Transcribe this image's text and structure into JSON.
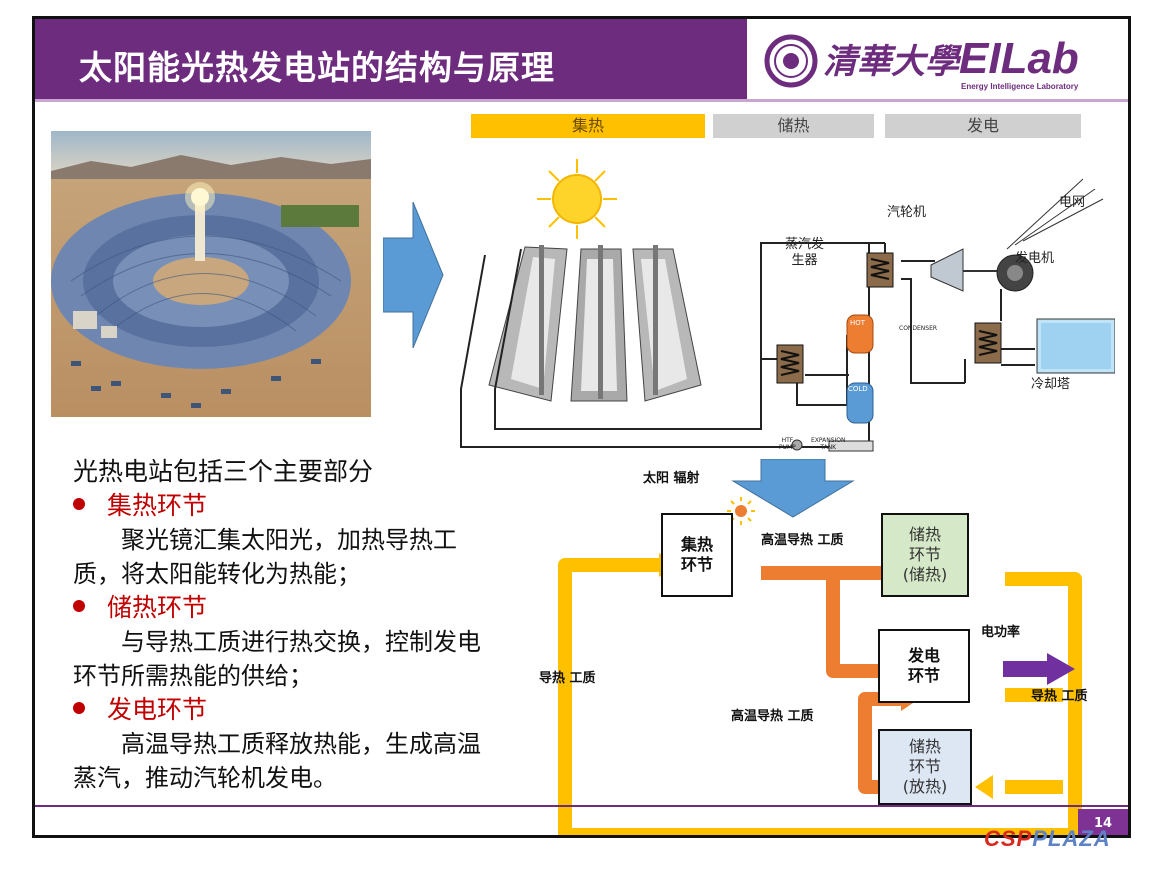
{
  "header": {
    "title": "太阳能光热发电站的结构与原理",
    "logo_school": "清華大學",
    "logo_lab": "EILab",
    "logo_lab_subtitle": "Energy Intelligence Laboratory"
  },
  "phases": [
    "集热",
    "储热",
    "发电"
  ],
  "system_diagram": {
    "labels": {
      "turbine": "汽轮机",
      "grid": "电网",
      "steam_generator": "蒸汽发\n生器",
      "generator": "发电机",
      "hot_tank": "HOT",
      "cold_tank": "COLD",
      "condenser": "CONDENSER",
      "cooling_tower": "冷却塔",
      "htf_pump": "HTF\nPUMP",
      "expansion_tank": "EXPANSION\nTANK"
    }
  },
  "flow_diagram": {
    "sun_label": "太阳\n辐射",
    "collect": "集热\n环节",
    "store_charge": "储热\n环节\n(储热)",
    "generate": "发电\n环节",
    "store_discharge": "储热\n环节\n(放热)",
    "hot_fluid_1": "高温导热\n工质",
    "hot_fluid_2": "高温导热\n工质",
    "fluid_left": "导热\n工质",
    "fluid_right": "导热\n工质",
    "power_out": "电功率"
  },
  "text": {
    "intro": "光热电站包括三个主要部分",
    "sections": [
      {
        "title": "集热环节",
        "desc": "聚光镜汇集太阳光，加热导热工质，将太阳能转化为热能；"
      },
      {
        "title": "储热环节",
        "desc": "与导热工质进行热交换，控制发电环节所需热能的供给；"
      },
      {
        "title": "发电环节",
        "desc": "高温导热工质释放热能，生成高温蒸汽，推动汽轮机发电。"
      }
    ]
  },
  "page_number": "14",
  "watermark": {
    "part1": "CSP",
    "part2": "PLAZA"
  },
  "colors": {
    "header": "#6d2c7e",
    "accent_red": "#c00000",
    "collect_phase": "#ffc000",
    "orange_flow": "#ed7d31",
    "yellow_flow": "#ffc000",
    "purple_arrow": "#7030a0",
    "blue_arrow": "#5b9bd5"
  }
}
